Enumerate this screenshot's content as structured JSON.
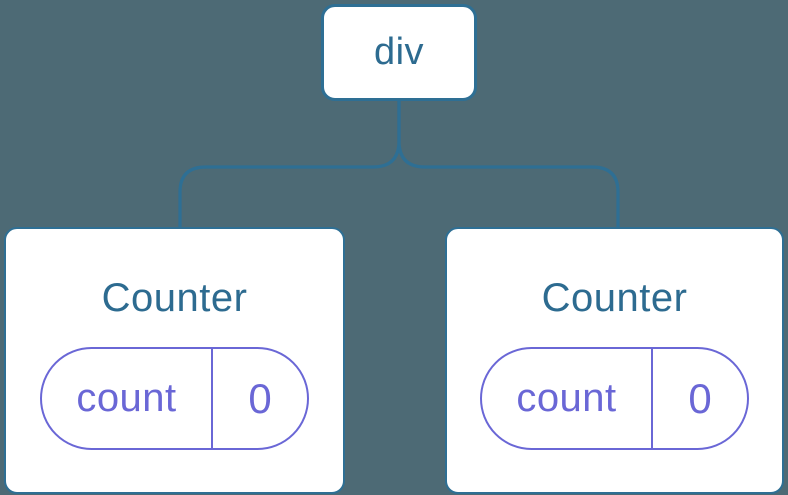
{
  "diagram": {
    "description": "React component tree diagram: a div root node with two Counter children, each holding a count state of 0",
    "colors": {
      "background": "#4d6a75",
      "stroke": "#2e6f94",
      "blue_text": "#2d6b90",
      "purple": "#6a67d6",
      "card_bg": "#ffffff"
    },
    "root": {
      "label": "div"
    },
    "children": [
      {
        "label": "Counter",
        "state": {
          "key": "count",
          "value": "0"
        }
      },
      {
        "label": "Counter",
        "state": {
          "key": "count",
          "value": "0"
        }
      }
    ]
  }
}
